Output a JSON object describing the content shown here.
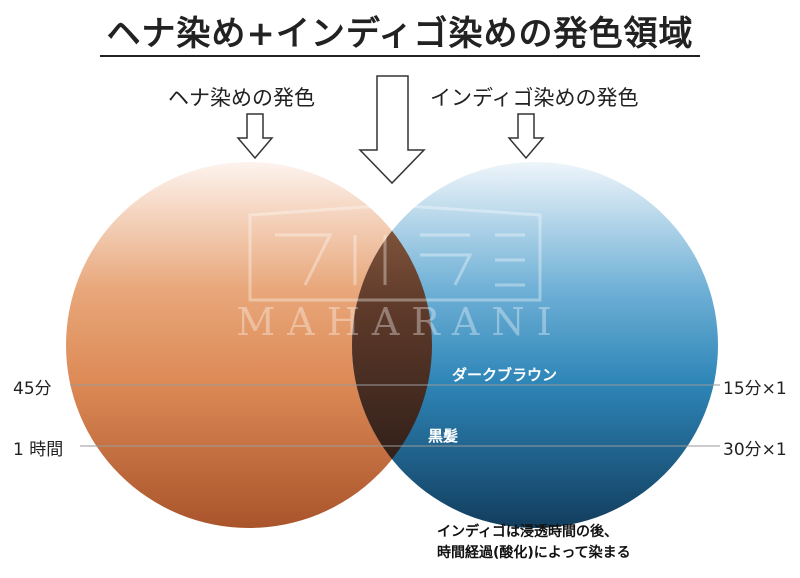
{
  "title": "ヘナ染め+インディゴ染めの発色領域",
  "henna_label": "ヘナ染めの発色",
  "indigo_label": "インディゴ染めの発色",
  "left_time_1": "45分",
  "left_time_2": "1 時間",
  "right_time_1": "15分×1",
  "right_time_2": "30分×1",
  "zone_1": "ダークブラウン",
  "zone_2": "黒髪",
  "note_line1": "インディゴは浸透時間の後、",
  "note_line2": "時間経過(酸化)によって染まる",
  "watermark": "MAHARANI",
  "colors": {
    "henna_top": "#fdf3ee",
    "henna_mid": "#dd8a56",
    "henna_bottom": "#a9542b",
    "indigo_top": "#eef5fa",
    "indigo_mid": "#2e86b8",
    "indigo_bottom": "#123d5e",
    "overlap_top": "#8a5a3c",
    "overlap_bottom": "#1e1412"
  }
}
